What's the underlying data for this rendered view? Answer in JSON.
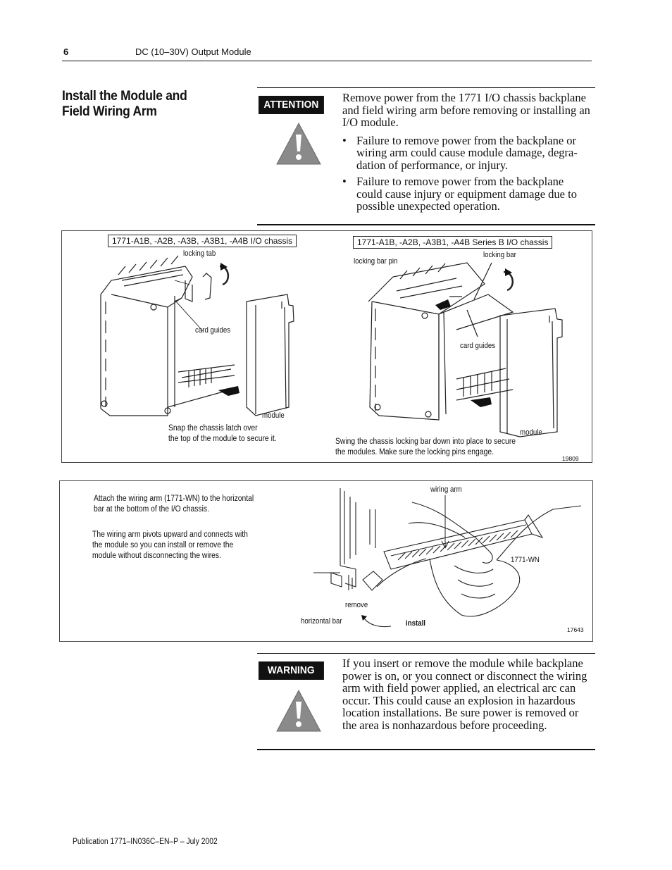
{
  "header": {
    "page_number": "6",
    "running_title": "DC (10–30V) Output Module"
  },
  "section": {
    "title_line1": "Install the Module and",
    "title_line2": "Field Wiring Arm"
  },
  "attention": {
    "label": "ATTENTION",
    "icon": "warning-triangle-icon",
    "intro": "Remove power from the 1771 I/O chassis backplane and field wiring arm before removing or installing an I/O module.",
    "bullets": [
      "Failure to remove power from the backplane or wiring arm could cause module damage, degra-dation of performance, or injury.",
      "Failure to remove power from the backplane could cause injury or equipment damage due to possible unexpected operation."
    ]
  },
  "figure1": {
    "left_box": "1771-A1B, -A2B, -A3B, -A3B1, -A4B I/O chassis",
    "right_box": "1771-A1B, -A2B, -A3B1, -A4B Series B I/O chassis",
    "locking_tab": "locking tab",
    "card_guides_left": "card guides",
    "module_left": "module",
    "caption_left_1": "Snap the chassis latch over",
    "caption_left_2": "the top of the module to secure it.",
    "locking_bar_pin": "locking bar pin",
    "locking_bar": "locking bar",
    "card_guides_right": "card guides",
    "module_right": "module",
    "caption_right_1": "Swing the chassis locking bar down into place to secure",
    "caption_right_2": "the modules.  Make sure the locking pins engage.",
    "figure_number": "19809"
  },
  "figure2": {
    "text1_line1": "Attach the wiring arm (1771-WN) to the horizontal",
    "text1_line2": "bar at the bottom of the I/O chassis.",
    "text2_line1": "The wiring arm pivots upward and connects with",
    "text2_line2": "the module so you can install or remove the",
    "text2_line3": "module without disconnecting the wires.",
    "wiring_arm": "wiring arm",
    "part_number": "1771-WN",
    "remove": "remove",
    "horizontal_bar": "horizontal bar",
    "install": "install",
    "figure_number": "17643"
  },
  "warning": {
    "label": "WARNING",
    "icon": "warning-triangle-icon",
    "text": "If you insert or remove the module while backplane power is on, or you connect or disconnect the wiring arm with field power applied, an electrical arc can occur. This could cause an explosion in hazardous location installations. Be sure power is removed or the area is nonhazardous before proceeding."
  },
  "footer": {
    "publication": "Publication 1771–IN036C–EN–P – July 2002"
  }
}
